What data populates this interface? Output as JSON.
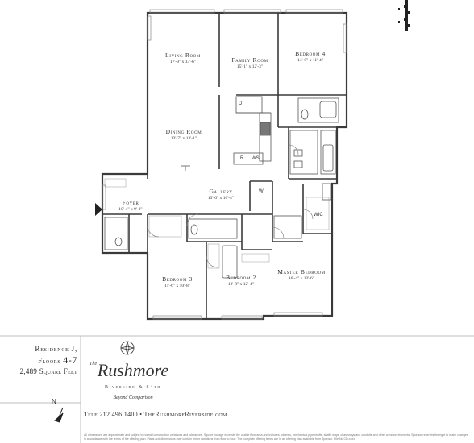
{
  "rooms": [
    {
      "id": "living",
      "name": "Living Room",
      "dims": "17'-9\" x 13'-6\""
    },
    {
      "id": "family",
      "name": "Family Room",
      "dims": "15'-1\" x 12'-3\""
    },
    {
      "id": "bed4",
      "name": "Bedroom 4",
      "dims": "14'-0\" x 11'-4\""
    },
    {
      "id": "dining",
      "name": "Dining Room",
      "dims": "13'-7\" x 13'-1\""
    },
    {
      "id": "gallery",
      "name": "Gallery",
      "dims": "13'-6\" x 10'-4\""
    },
    {
      "id": "foyer",
      "name": "Foyer",
      "dims": "10'-4\" x 9'-0\""
    },
    {
      "id": "bed3",
      "name": "Bedroom 3",
      "dims": "11'-6\" x 10'-8\""
    },
    {
      "id": "bed2",
      "name": "Bedroom 2",
      "dims": "12'-8\" x 12'-4\""
    },
    {
      "id": "master",
      "name": "Master Bedroom",
      "dims": "16'-4\" x 13'-6\""
    }
  ],
  "fixtures": {
    "dishwasher": "D",
    "refrigerator": "R",
    "wine_storage": "WS",
    "washer": "W",
    "walk_in_closet": "WIC"
  },
  "residence": {
    "line1": "Residence J,",
    "line2_prefix": "Floors",
    "line2_floors": "4-7",
    "line3": "2,489 Square Feet"
  },
  "brand": {
    "the": "The",
    "name": "Rushmore",
    "subtitle": "Riverside & 64th",
    "tagline": "Beyond Comparison"
  },
  "contact": "Tele 212 496 1400 • TheRushmoreRiverside.com",
  "compass": "N",
  "disclaimer": "All dimensions are approximate and subject to normal construction variances and tolerances. Square footage exceeds the usable floor area and includes columns, mechanical pipe shafts, shafts ways, chaseways and conduits and other common elements. Sponsor reserves the right to make changes in accordance with the terms of the offering plan. Plans and dimensions may contain minor variations from floor to floor. The complete offering terms are in an offering plan available from Sponsor. File No CD-xxxx.",
  "colors": {
    "wall": "#3a3a3a",
    "line": "#555555",
    "rule": "#bdbdbd"
  }
}
